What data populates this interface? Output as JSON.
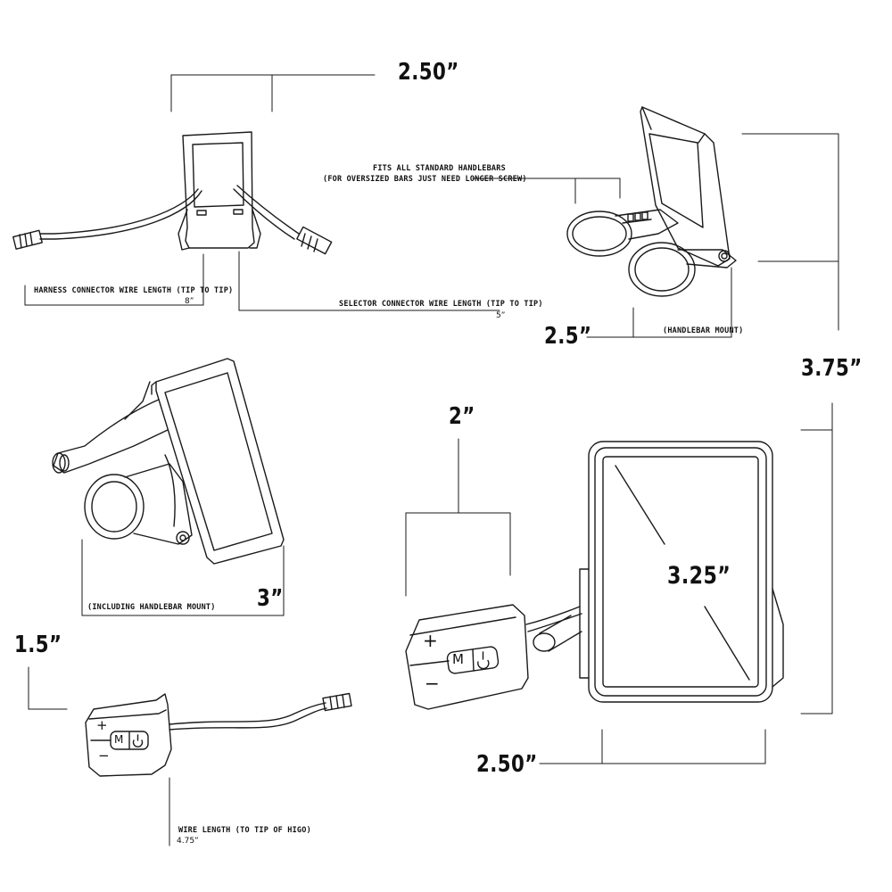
{
  "colors": {
    "ink": "#111111",
    "line": "#1a1a1a",
    "paper": "#ffffff"
  },
  "dims": {
    "top_width": "2.50”",
    "mount_height": "2.5”",
    "total_height": "3.75”",
    "side_height": "3”",
    "remote_width": "2”",
    "screen_diag": "3.25”",
    "bottom_width": "2.50”",
    "small_remote_height": "1.5”"
  },
  "notes": {
    "harness_label": "HARNESS CONNECTOR WIRE LENGTH (TIP TO TIP)",
    "harness_value": "8”",
    "selector_label": "SELECTOR CONNECTOR WIRE LENGTH (TIP TO TIP)",
    "selector_value": "5”",
    "fits_line1": "FITS ALL STANDARD HANDLEBARS",
    "fits_line2": "(FOR OVERSIZED BARS JUST NEED LONGER SCREW)",
    "handlebar_mount": "(HANDLEBAR MOUNT)",
    "including_mount": "(INCLUDING HANDLEBAR MOUNT)",
    "wire_length_label": "WIRE LENGTH (TO TIP OF HIGO)",
    "wire_length_value": "4.75”"
  },
  "remote_large": {
    "plus": "+",
    "minus": "−",
    "mode": "M"
  },
  "remote_small": {
    "plus": "+",
    "minus": "−",
    "mode": "M"
  }
}
